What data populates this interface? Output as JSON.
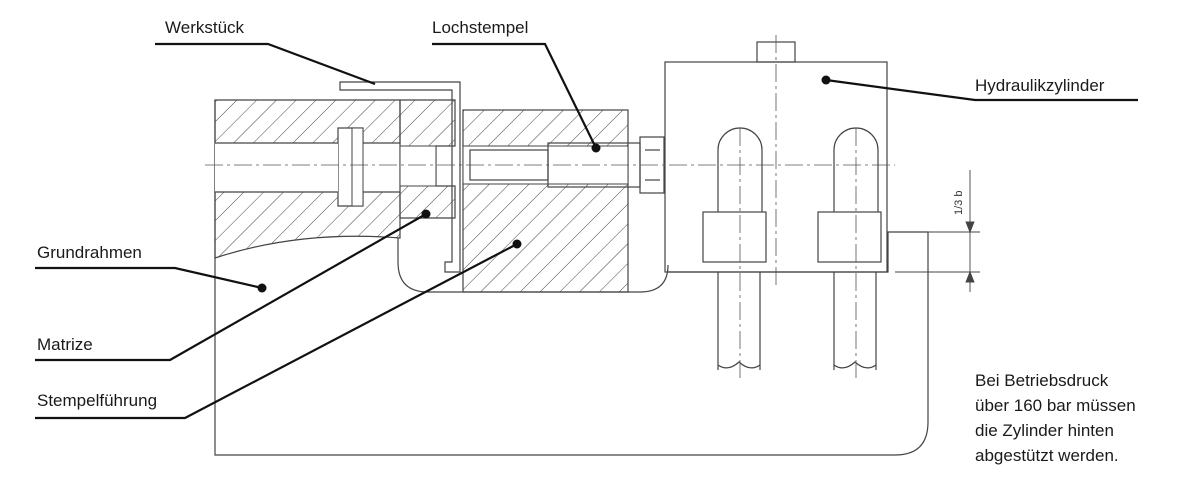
{
  "labels": {
    "werkstueck": "Werkstück",
    "lochstempel": "Lochstempel",
    "hydraulikzylinder": "Hydraulikzylinder",
    "grundrahmen": "Grundrahmen",
    "matrize": "Matrize",
    "stempelfuehrung": "Stempelführung"
  },
  "dimension": "1/3 b",
  "note": [
    "Bei Betriebsdruck",
    "über 160 bar müssen",
    "die Zylinder hinten",
    "abgestützt werden."
  ]
}
